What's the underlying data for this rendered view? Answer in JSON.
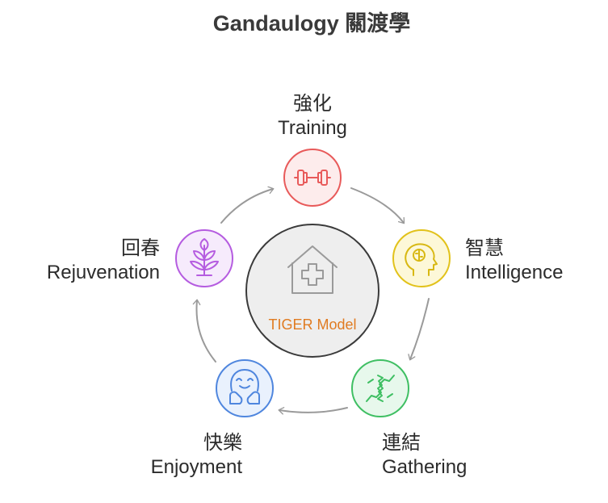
{
  "title": "Gandaulogy 關渡學",
  "center": {
    "label": "TIGER Model",
    "icon": "house-medical-icon",
    "label_color": "#e07b21"
  },
  "stages": [
    {
      "id": "training",
      "name_zh": "強化",
      "name_en": "Training",
      "icon": "dumbbell-icon",
      "color": "#e85a5a",
      "fill": "#fdecec"
    },
    {
      "id": "intelligence",
      "name_zh": "智慧",
      "name_en": "Intelligence",
      "icon": "head-brain-icon",
      "color": "#e2c21b",
      "fill": "#fdf8d8"
    },
    {
      "id": "gathering",
      "name_zh": "連結",
      "name_en": "Gathering",
      "icon": "handshake-icon",
      "color": "#3fbf63",
      "fill": "#e7f8ec"
    },
    {
      "id": "enjoyment",
      "name_zh": "快樂",
      "name_en": "Enjoyment",
      "icon": "happy-face-icon",
      "color": "#4f86de",
      "fill": "#e9f1fd"
    },
    {
      "id": "rejuvenation",
      "name_zh": "回春",
      "name_en": "Rejuvenation",
      "icon": "sprout-icon",
      "color": "#b55ce0",
      "fill": "#f6ebfc"
    }
  ]
}
